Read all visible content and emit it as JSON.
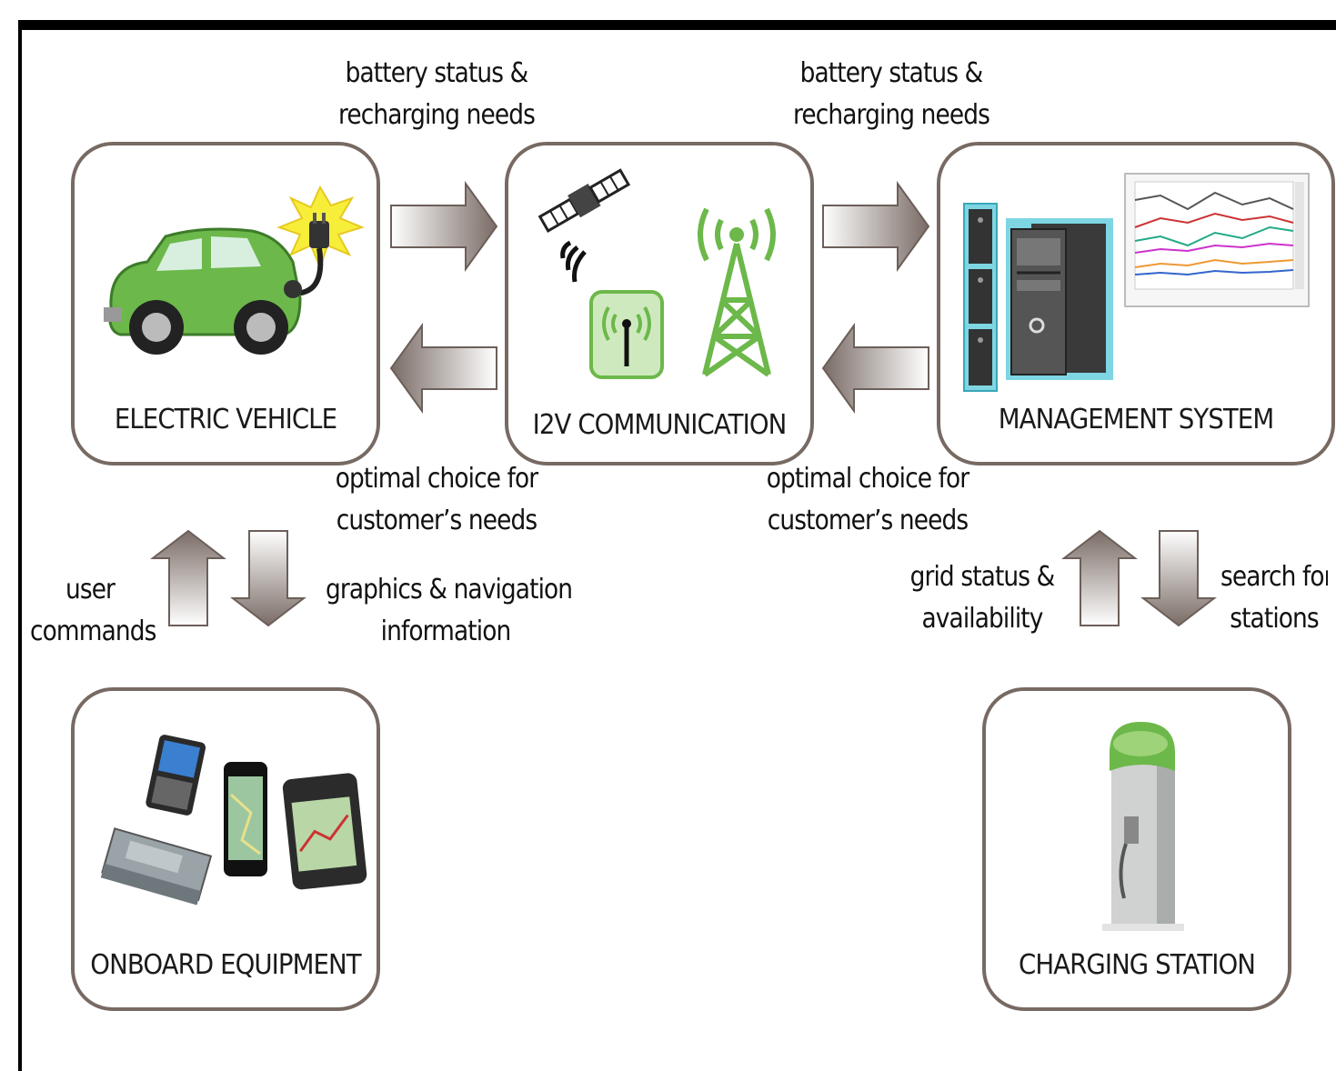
{
  "nodes": {
    "electric_vehicle": "ELECTRIC VEHICLE",
    "i2v_communication": "I2V COMMUNICATION",
    "management_system": "MANAGEMENT SYSTEM",
    "onboard_equipment": "ONBOARD EQUIPMENT",
    "charging_station": "CHARGING STATION"
  },
  "edges": {
    "ev_to_i2v": [
      "battery status &",
      "recharging needs"
    ],
    "i2v_to_ms": [
      "battery status &",
      "recharging needs"
    ],
    "i2v_to_ev": [
      "optimal choice for",
      "customer’s needs"
    ],
    "ms_to_i2v": [
      "optimal choice for",
      "customer’s needs"
    ],
    "onboard_to_ev": [
      "user",
      "commands"
    ],
    "ev_to_onboard": [
      "graphics & navigation",
      "information"
    ],
    "cs_to_ms": [
      "grid status &",
      "availability"
    ],
    "ms_to_cs": [
      "search for",
      "stations"
    ]
  },
  "colors": {
    "box_border": "#776a63",
    "arrow_dark": "#7a6c66",
    "arrow_light": "#ffffff",
    "accent_green": "#6cb84a"
  }
}
